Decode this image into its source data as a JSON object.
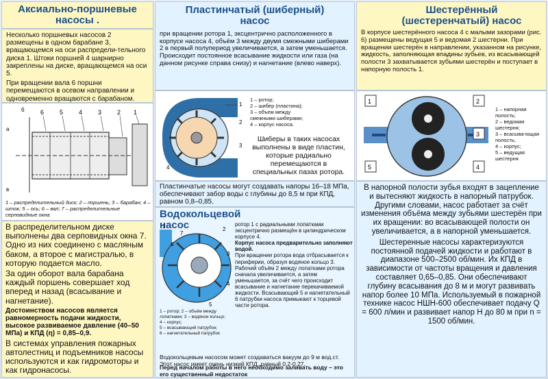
{
  "axial": {
    "title": "Аксиально-поршневые насосы .",
    "p1": "Несколько поршневых насосов 2 размещены в одном барабане 3, вращающемся на оси распредели-тельного диска 1. Штоки поршней 4 шарнирно закреплены на диске, вращающемся на оси 5.",
    "p2": "При вращении вала 6 поршни перемещаются в осевом направлении и одновременно вращаются с барабаном.",
    "fig_labels": [
      "6",
      "5",
      "4",
      "3",
      "2",
      "1",
      "а",
      "б",
      "в"
    ],
    "legend": "1 – распределительный диск; 2 – поршень; 3 – барабан; 4 – шток; 5 – ось; 6 – вал; 7 – распределительные серповидные окна",
    "p3": "В распределительном диске выполнены два серповидных окна 7. Одно из них соединено с масляным баком, а второе с магистралью, в которую подается масло.",
    "p4": "За один оборот вала барабана каждый поршень совершает ход вперед и назад (всасывание и нагнетание).",
    "p5": "Достоинством насосов является равномерность подачи жидкости, высокое развиваемое давление (40–50 МПа) и КПД (η) = 0,85–0,9.",
    "p6": "В системах управления пожарных автолестниц и подъемников насосы используются и как гидромоторы и как гидронасосы."
  },
  "vane": {
    "title": "Пластинчатый (шиберный) насос",
    "p1": "при вращении ротора 1, эксцентрично расположенного в корпусе насоса 4, объём 3 между двумя смежными шиберами 2 в первый полупериод увеличивается, а затем уменьшается. Происходит постоянное всасывание жидкости или газа (на данном рисунке справа снизу) и нагнетание (влево наверх).",
    "fig_labels": [
      "1",
      "2",
      "3",
      "4"
    ],
    "legend": [
      "1 – ротор;",
      "2 – шибер (пластина);",
      "3 – объем между смежными шиберами;",
      "4 – корпус насоса."
    ],
    "p2": "Шиберы в таких насосах выполнены в виде пластин, которые радиально перемещаются в специальных пазах ротора.",
    "p3": "Пластинчатые насосы могут создавать напоры 16–18 МПа, обеспечивают забор воды с глубины до 8,5 м при КПД, равном 0,8–0,85."
  },
  "liquid_ring": {
    "title": "Водокольцевой насос",
    "p1": "ротор 1 с радиальными лопатками эксцентрично размещён в цилиндрическом корпусе 4.",
    "p1b": "Корпус насоса предварительно заполняют водой.",
    "p2": "При вращении ротора вода отбрасывается к периферии, образуя водяное кольцо 3. Рабочий объём 2 между лопатками ротора сначала увеличивается, а затем уменьшается, за счёт чего происходит всасывание и нагнетание перекачиваемой жидкости. Всасывающий 5 и нагнетательный 6 патрубки насоса примыкают к торцевой части ротора.",
    "fig_labels": [
      "1",
      "2",
      "3",
      "4",
      "5",
      "6",
      "7"
    ],
    "legend": [
      "1 – ротор; 2 – объём между лопатками; 3 – водяное кольцо;",
      "4 – корпус;",
      "5 – всасывающий патрубок;",
      "6 – нагнетательный патрубок"
    ],
    "p3": "Водокольцевым насосом может создаваться вакуум до 9 м вод.ст. Этот насос имеет очень низкий КПД, равный 0,2-0,27.",
    "p4": "Перед началом работы в него необходимо заливать воду – это его существенный недостаток"
  },
  "gear": {
    "title": "Шестерённый (шестеренчатый) насос",
    "p1": "В корпусе шестерённого насоса 4 с малыми зазорами (рис. 6) размещены ведущая 5 и ведомая 2 шестерни. При вращении шестерён в направлении, указанном на рисунке, жидкость, заполняющая впадины зубьев, из всасывающей полости 3 захватывается зубьями шестерён и поступает в напорную полость 1.",
    "fig_labels": [
      "1",
      "2",
      "3",
      "4",
      "5"
    ],
    "legend": [
      "1 – напорная полость;",
      "2 – ведомая шестерня;",
      "3 – всасыва-ющая полость;",
      "4 – корпус;",
      "5 – ведущая шестерня"
    ],
    "p2": "В напорной полости зубья входят в зацепление и вытесняют жидкость в напорный патрубок. Другими словами, насос работает за счёт изменения объёма между зубьями шестерён при их вращении: во всасывающей полости он увеличивается, а в напорной уменьшается.",
    "p3": "Шестеренные насосы характеризуются постоянной подачей жидкости и работают в диапазоне 500–2500 об/мин. Их КПД в зависимости от частоты вращения и давления составляет 0,65–0,85. Они обеспечивают глубину всасывания до 8 м и могут развивать напор более 10 МПа. Используемый в пожарной технике насос НШН-600 обеспечивает подачу Q = 600 л/мин и развивает напор H до 80 м при n = 1500 об/мин."
  },
  "colors": {
    "title": "#1a4f8a",
    "yellow": "#fff7c2",
    "blue": "#e3f2ff",
    "water": "#3f9fe0"
  }
}
